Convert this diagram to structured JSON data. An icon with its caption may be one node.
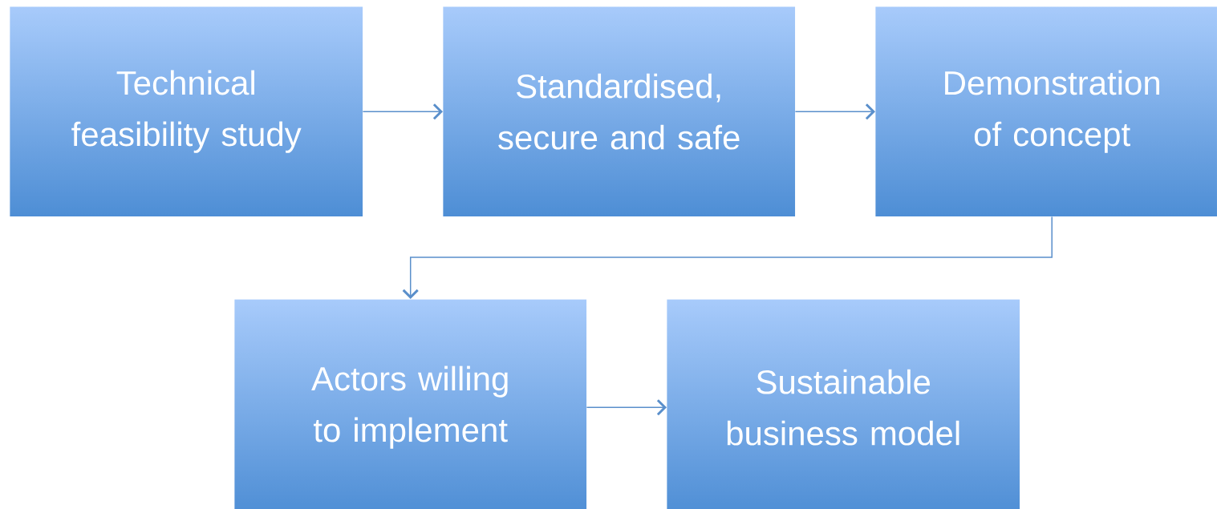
{
  "diagram": {
    "nodes": [
      {
        "text": [
          "Technical feasibility study"
        ]
      },
      {
        "text": [
          "Standardised, secure and safe"
        ]
      },
      {
        "text": [
          "Demonstration of concept"
        ]
      },
      {
        "text": [
          "Actors willing to implement"
        ]
      },
      {
        "text": [
          "Sustainable business model"
        ]
      }
    ],
    "edges": [
      {
        "from": 0,
        "to": 1,
        "arrow": "to"
      },
      {
        "from": 1,
        "to": 2,
        "arrow": "to"
      },
      {
        "from": 2,
        "to": 3,
        "arrow": "to"
      },
      {
        "from": 3,
        "to": 4,
        "arrow": "to"
      }
    ]
  }
}
